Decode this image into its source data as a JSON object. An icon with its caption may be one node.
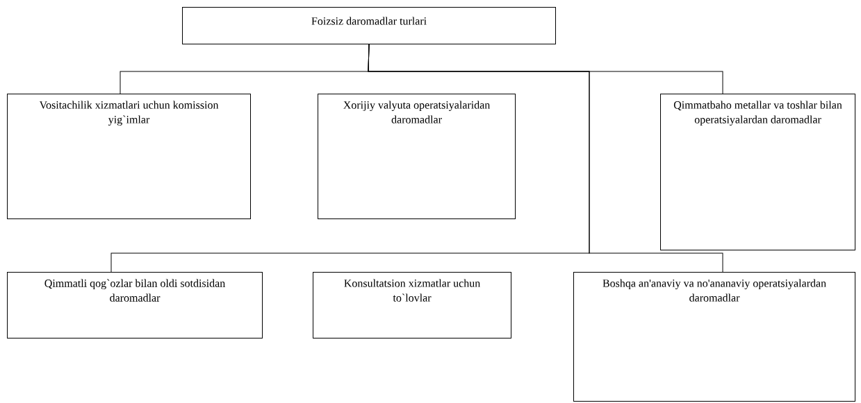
{
  "diagram": {
    "nodes": [
      {
        "text": [
          "Foizsiz daromadlar turlari"
        ]
      },
      {
        "text": [
          "Vositachilik xizmatlari uchun komission yig`imlar"
        ]
      },
      {
        "text": [
          "Xorijiy valyuta operatsiyalaridan daromadlar"
        ]
      },
      {
        "text": [
          "Qimmatbaho metallar va toshlar bilan operatsiyalardan daromadlar"
        ]
      },
      {
        "text": [
          "Qimmatli qog`ozlar bilan oldi sotdisidan daromadlar"
        ]
      },
      {
        "text": [
          "Konsultatsion xizmatlar uchun to`lovlar"
        ]
      },
      {
        "text": [
          "Boshqa an'anaviy va no'ananaviy operatsiyalardan daromadlar"
        ]
      }
    ],
    "edges": [
      {
        "from": 0,
        "to": 1,
        "arrow": "none"
      },
      {
        "from": 0,
        "to": 3,
        "arrow": "none"
      },
      {
        "from": 0,
        "to": 4,
        "arrow": "none"
      },
      {
        "from": 0,
        "to": 6,
        "arrow": "none"
      }
    ]
  }
}
